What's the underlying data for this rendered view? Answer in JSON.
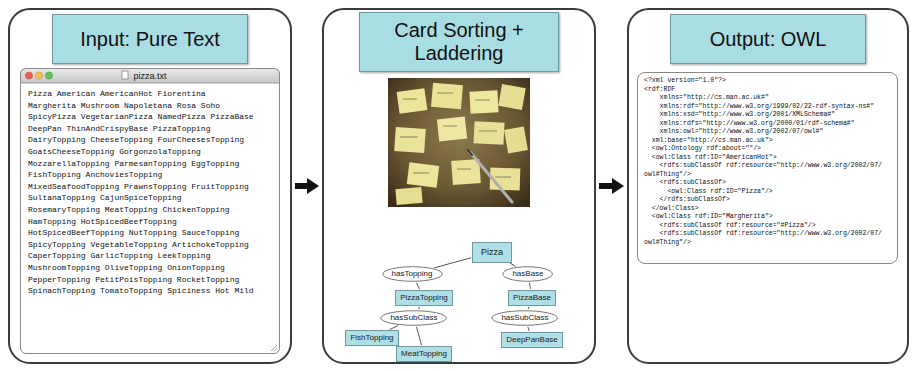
{
  "diagram": {
    "nodes": [
      {
        "text": [
          "Input: Pure Text"
        ]
      },
      {
        "text": [
          "pizza.txt",
          "Pizza American AmericanHot Fiorentina",
          "Margherita Mushroom Napoletana Rosa Soho",
          "SpicyPizza VegetarianPizza NamedPizza PizzaBase",
          "DeepPan ThinAndCrispyBase PizzaTopping",
          "DairyTopping CheeseTopping FourCheesesTopping",
          "GoatsCheeseTopping GorgonzolaTopping",
          "MozzarellaTopping ParmesanTopping EggTopping",
          "FishTopping AnchoviesTopping",
          "MixedSeafoodTopping PrawnsTopping FruitTopping",
          "SultanaTopping CajunSpiceTopping",
          "RosemaryTopping MeatTopping ChickenTopping",
          "HamTopping HotSpicedBeefTopping",
          "HotSpicedBeefTopping NutTopping SauceTopping",
          "SpicyTopping VegetableTopping ArtichokeTopping",
          "CaperTopping GarlicTopping LeekTopping",
          "MushroomTopping OliveTopping OnionTopping",
          "PepperTopping PetitPoisTopping RocketTopping",
          "SpinachTopping TomatoTopping Spiciness Hot Mild"
        ],
        "in": 0
      },
      {
        "text": [
          "Card Sorting + Laddering"
        ]
      },
      {
        "text": [
          "Pizza"
        ],
        "in": 2
      },
      {
        "text": [
          "hasTopping"
        ],
        "in": 2
      },
      {
        "text": [
          "hasBase"
        ],
        "in": 2
      },
      {
        "text": [
          "PizzaTopping"
        ],
        "in": 2
      },
      {
        "text": [
          "PizzaBase"
        ],
        "in": 2
      },
      {
        "text": [
          "hasSubClass"
        ],
        "in": 2
      },
      {
        "text": [
          "hasSubClass"
        ],
        "in": 2
      },
      {
        "text": [
          "FishTopping"
        ],
        "in": 2
      },
      {
        "text": [
          "MeatTopping"
        ],
        "in": 2
      },
      {
        "text": [
          "DeepPanBase"
        ],
        "in": 2
      },
      {
        "text": [
          "Output: OWL"
        ]
      },
      {
        "text": [
          "<?xml version=\"1.0\"?>",
          "<rdf:RDF",
          "xmlns=\"http://cs.man.ac.uk#\"",
          "xmlns:rdf=\"http://www.w3.org/1999/02/22-rdf-syntax-ns#\"",
          "xmlns:xsd=\"http://www.w3.org/2001/XMLSchema#\"",
          "xmlns:rdfs=\"http://www.w3.org/2000/01/rdf-schema#\"",
          "xmlns:owl=\"http://www.w3.org/2002/07/owl#\"",
          "xml:base=\"http://cs.man.ac.uk\">",
          "<owl:Ontology rdf:about=\"\"/>",
          "<owl:Class rdf:ID=\"AmericanHot\">",
          "<rdfs:subClassOf rdf:resource=\"http://www.w3.org/2002/07/owl#Thing\"/>",
          "<rdfs:subClassOf>",
          "<owl:Class rdf:ID=\"Pizza\"/>",
          "</rdfs:subClassOf>",
          "</owl:Class>",
          "<owl:Class rdf:ID=\"Margherita\">",
          "<rdfs:subClassOf rdf:resource=\"#Pizza\"/>",
          "<rdfs:subClassOf rdf:resource=\"http://www.w3.org/2002/07/owl#Thing\"/>"
        ],
        "in": 13
      }
    ],
    "edges": [
      {
        "from": 0,
        "to": 2,
        "arrow": "to"
      },
      {
        "from": 2,
        "to": 13,
        "arrow": "to"
      },
      {
        "from": 3,
        "to": 4,
        "arrow": "none"
      },
      {
        "from": 4,
        "to": 6,
        "arrow": "none"
      },
      {
        "from": 3,
        "to": 5,
        "arrow": "none"
      },
      {
        "from": 5,
        "to": 7,
        "arrow": "none"
      },
      {
        "from": 6,
        "to": 8,
        "arrow": "none"
      },
      {
        "from": 8,
        "to": 10,
        "arrow": "none"
      },
      {
        "from": 8,
        "to": 11,
        "arrow": "none"
      },
      {
        "from": 7,
        "to": 9,
        "arrow": "none"
      },
      {
        "from": 9,
        "to": 12,
        "arrow": "none"
      }
    ]
  }
}
